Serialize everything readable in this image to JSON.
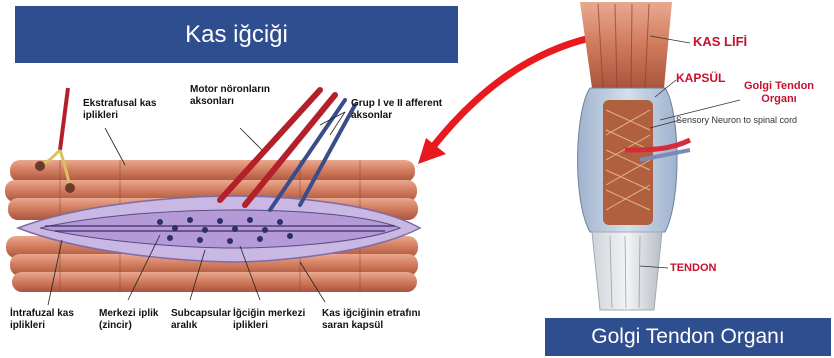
{
  "left_title": "Kas iğciği",
  "right_title": "Golgi Tendon Organı",
  "left_labels": {
    "extrafusal": "Ekstrafusal kas iplikleri",
    "motor": "Motor nöronların aksonları",
    "afferent": "Grup I ve II afferent aksonlar",
    "intrafusal": "İntrafuzal kas iplikleri",
    "central": "Merkezi iplik (zincir)",
    "subcapsular": "Subcapsular aralık",
    "spindle_center": "İğciğin merkezi iplikleri",
    "capsule": "Kas iğciğinin etrafını saran kapsül"
  },
  "right_labels": {
    "kas_lifi": "KAS LİFİ",
    "kapsul": "KAPSÜL",
    "golgi": "Golgi Tendon Organı",
    "sensory": "Sensory Neuron to spinal cord",
    "tendon": "TENDON"
  },
  "colors": {
    "banner": "#2f4e8f",
    "muscle": "#d7876a",
    "capsule": "#b8a3d6",
    "arrow": "#e8191f"
  }
}
